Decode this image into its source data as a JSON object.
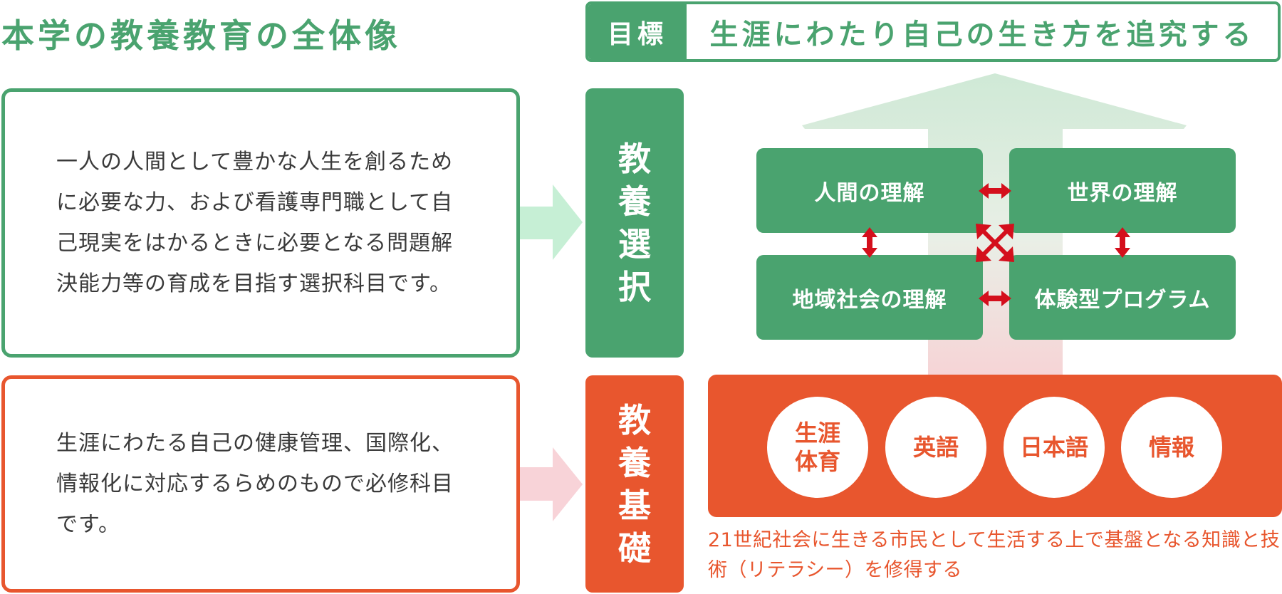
{
  "title": "本学の教養教育の全体像",
  "goal": {
    "tag": "目標",
    "text": "生涯にわたり自己の生き方を追究する"
  },
  "sections": {
    "elective": {
      "description": "一人の人間として豊かな人生を創るために必要な力、および看護専門職として自己現実をはかるときに必要となる問題解決能力等の育成を目指す選択科目です。",
      "label": [
        "教",
        "養",
        "選",
        "択"
      ],
      "tiles": [
        "人間の理解",
        "世界の理解",
        "地域社会の理解",
        "体験型プログラム"
      ]
    },
    "foundation": {
      "description": "生涯にわたる自己の健康管理、国際化、情報化に対応するらめのもので必修科目です。",
      "label": [
        "教",
        "養",
        "基",
        "礎"
      ],
      "circles": [
        "生涯\n体育",
        "英語",
        "日本語",
        "情報"
      ],
      "note": "21世紀社会に生きる市民として生活する上で基盤となる知識と技術（リテラシー）を修得する"
    }
  },
  "colors": {
    "green": "#4aa36f",
    "orange": "#e8562e",
    "red_arrow": "#d40f1c",
    "light_green": "#cfe9d6",
    "light_pink": "#f6d4d6"
  }
}
